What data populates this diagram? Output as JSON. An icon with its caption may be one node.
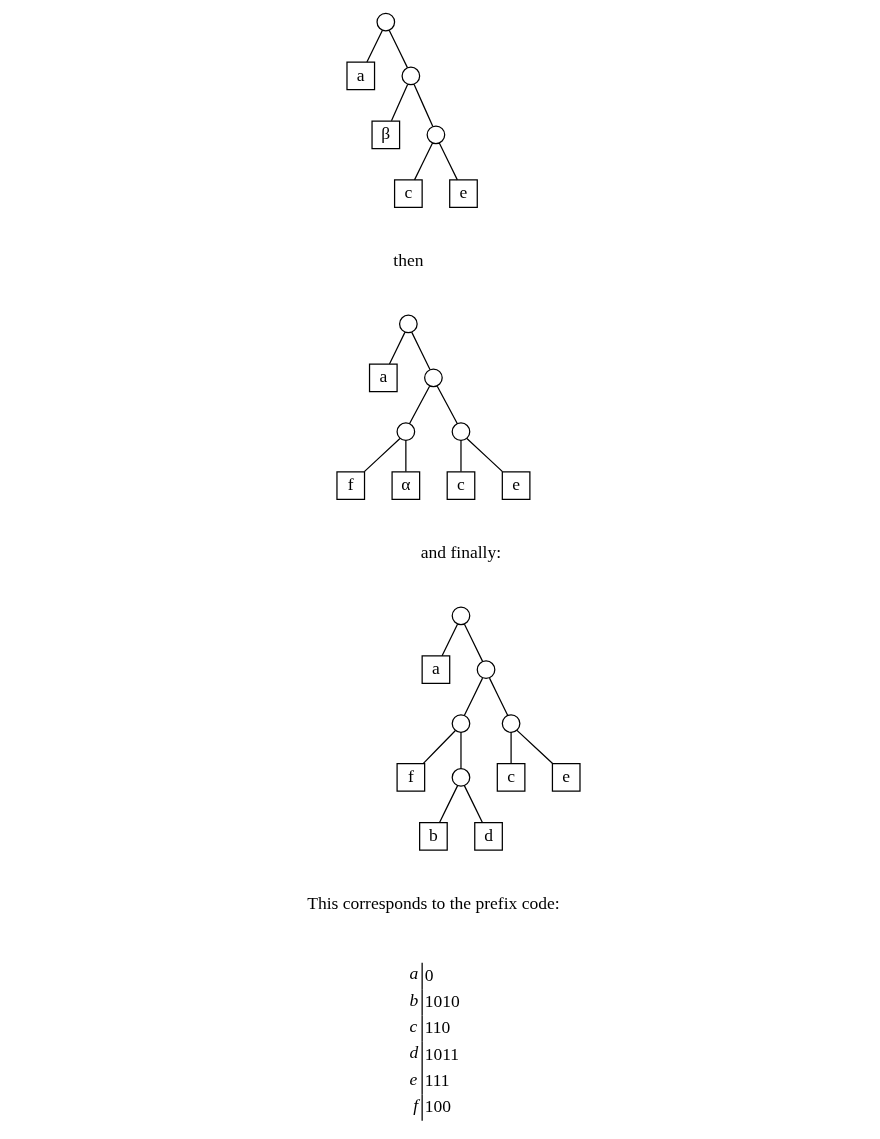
{
  "diagram": {
    "nodes": [
      {
        "text": [],
        "shape": "circle"
      },
      {
        "text": [
          "a"
        ]
      },
      {
        "text": [],
        "shape": "circle"
      },
      {
        "text": [
          "β"
        ]
      },
      {
        "text": [],
        "shape": "circle"
      },
      {
        "text": [
          "c"
        ]
      },
      {
        "text": [
          "e"
        ]
      },
      {
        "text": [],
        "shape": "circle"
      },
      {
        "text": [
          "a"
        ]
      },
      {
        "text": [],
        "shape": "circle"
      },
      {
        "text": [],
        "shape": "circle"
      },
      {
        "text": [],
        "shape": "circle"
      },
      {
        "text": [
          "f"
        ]
      },
      {
        "text": [
          "α"
        ]
      },
      {
        "text": [
          "c"
        ]
      },
      {
        "text": [
          "e"
        ]
      },
      {
        "text": [],
        "shape": "circle"
      },
      {
        "text": [
          "a"
        ]
      },
      {
        "text": [],
        "shape": "circle"
      },
      {
        "text": [],
        "shape": "circle"
      },
      {
        "text": [],
        "shape": "circle"
      },
      {
        "text": [
          "f"
        ]
      },
      {
        "text": [],
        "shape": "circle"
      },
      {
        "text": [
          "c"
        ]
      },
      {
        "text": [
          "e"
        ]
      },
      {
        "text": [
          "b"
        ]
      },
      {
        "text": [
          "d"
        ]
      }
    ],
    "edges": [
      {
        "from": 0,
        "to": 1,
        "arrow": "none"
      },
      {
        "from": 0,
        "to": 2,
        "arrow": "none"
      },
      {
        "from": 2,
        "to": 3,
        "arrow": "none"
      },
      {
        "from": 2,
        "to": 4,
        "arrow": "none"
      },
      {
        "from": 4,
        "to": 5,
        "arrow": "none"
      },
      {
        "from": 4,
        "to": 6,
        "arrow": "none"
      },
      {
        "from": 7,
        "to": 8,
        "arrow": "none"
      },
      {
        "from": 7,
        "to": 9,
        "arrow": "none"
      },
      {
        "from": 9,
        "to": 10,
        "arrow": "none"
      },
      {
        "from": 9,
        "to": 11,
        "arrow": "none"
      },
      {
        "from": 10,
        "to": 12,
        "arrow": "none"
      },
      {
        "from": 10,
        "to": 13,
        "arrow": "none"
      },
      {
        "from": 11,
        "to": 14,
        "arrow": "none"
      },
      {
        "from": 11,
        "to": 15,
        "arrow": "none"
      },
      {
        "from": 16,
        "to": 17,
        "arrow": "none"
      },
      {
        "from": 16,
        "to": 18,
        "arrow": "none"
      },
      {
        "from": 18,
        "to": 19,
        "arrow": "none"
      },
      {
        "from": 18,
        "to": 20,
        "arrow": "none"
      },
      {
        "from": 19,
        "to": 21,
        "arrow": "none"
      },
      {
        "from": 19,
        "to": 22,
        "arrow": "none"
      },
      {
        "from": 20,
        "to": 23,
        "arrow": "none"
      },
      {
        "from": 20,
        "to": 24,
        "arrow": "none"
      },
      {
        "from": 22,
        "to": 25,
        "arrow": "none"
      },
      {
        "from": 22,
        "to": 26,
        "arrow": "none"
      }
    ],
    "labels": [
      "then",
      "and finally:",
      "This corresponds to the prefix code:",
      "a",
      "0",
      "b",
      "1010",
      "c",
      "110",
      "d",
      "1011",
      "e",
      "111",
      "f",
      "100"
    ]
  }
}
